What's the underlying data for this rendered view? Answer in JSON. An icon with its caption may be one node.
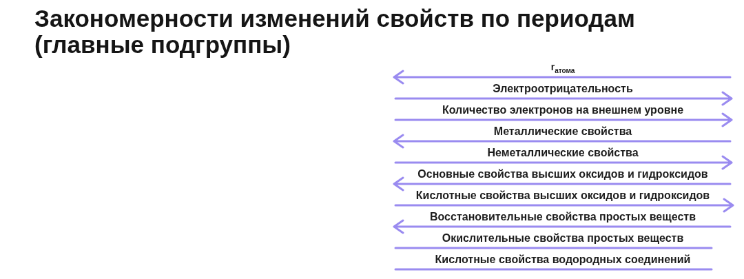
{
  "diagram": {
    "title": "Закономерности изменений свойств по периодам (главные подгруппы)",
    "labels": [
      "r$_{атома}$",
      "Электроотрицательность",
      "Количество электронов на внешнем уровне",
      "Металлические свойства",
      "Неметаллические свойства",
      "Основные свойства высших оксидов и гидроксидов",
      "Кислотные свойства высших оксидов и гидроксидов",
      "Восстановительные свойства простых веществ",
      "Окислительные свойства простых веществ",
      "Кислотные свойства водородных соединений"
    ]
  }
}
